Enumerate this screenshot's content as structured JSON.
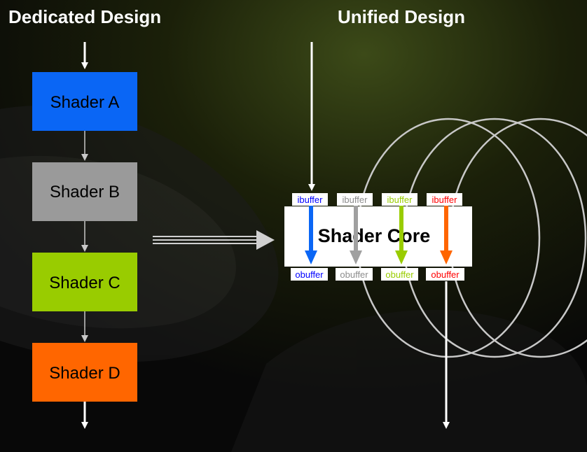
{
  "titles": {
    "left": "Dedicated Design",
    "right": "Unified Design"
  },
  "dedicated": {
    "stages": [
      {
        "label": "Shader A",
        "color": "#0a66f5"
      },
      {
        "label": "Shader B",
        "color": "#9a9a9a"
      },
      {
        "label": "Shader C",
        "color": "#99cc00"
      },
      {
        "label": "Shader D",
        "color": "#ff6600"
      }
    ]
  },
  "unified": {
    "core_label": "Shader Core",
    "ibuffer_label": "ibuffer",
    "obuffer_label": "obuffer",
    "buffer_colors": [
      "#0000ff",
      "#8c8c8c",
      "#99cc00",
      "#ff0000"
    ],
    "arrow_colors": [
      "#0a66f5",
      "#a0a0a0",
      "#99cc00",
      "#ff6600"
    ]
  },
  "colors": {
    "title_text": "#ffffff",
    "background": "#101010",
    "loop_stroke": "#c8c8c8"
  }
}
